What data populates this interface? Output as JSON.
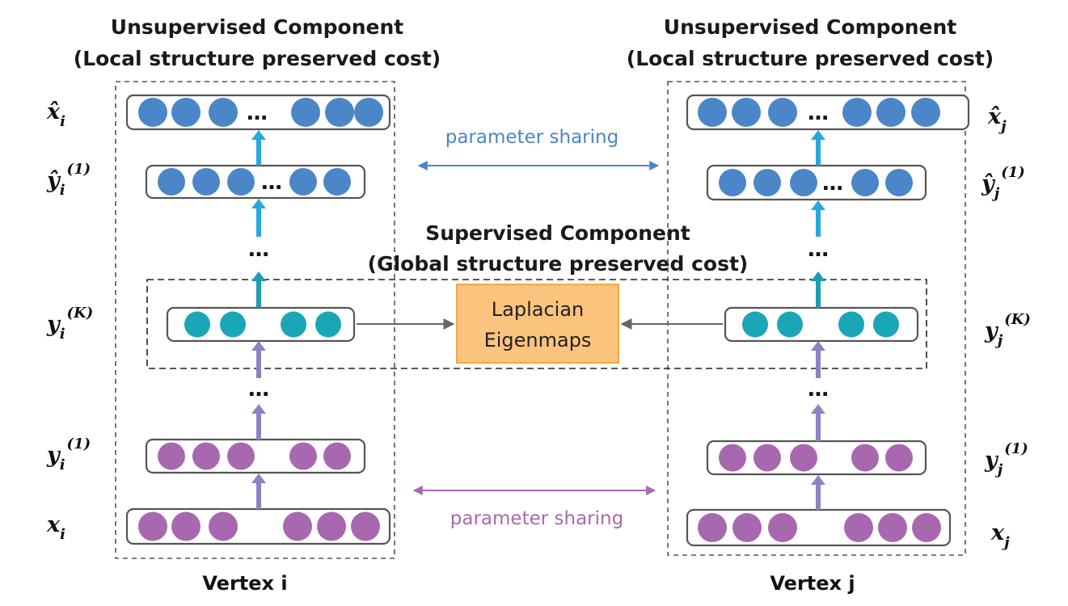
{
  "titles": {
    "unsup_left_line1": "Unsupervised Component",
    "unsup_left_line2": "(Local structure preserved cost)",
    "unsup_right_line1": "Unsupervised Component",
    "unsup_right_line2": "(Local structure preserved cost)",
    "sup_line1": "Supervised Component",
    "sup_line2": "(Global structure preserved cost)"
  },
  "sharing": {
    "top_label": "parameter sharing",
    "bottom_label": "parameter sharing"
  },
  "central": {
    "line1": "Laplacian",
    "line2": "Eigenmaps"
  },
  "vertices": {
    "left": "Vertex i",
    "right": "Vertex j"
  },
  "labels": {
    "left": {
      "x_hat": {
        "base": "x̂",
        "sub": "i",
        "sup": ""
      },
      "y_hat_1": {
        "base": "ŷ",
        "sub": "i",
        "sup": "(1)"
      },
      "y_K": {
        "base": "y",
        "sub": "i",
        "sup": "(K)"
      },
      "y_1": {
        "base": "y",
        "sub": "i",
        "sup": "(1)"
      },
      "x": {
        "base": "x",
        "sub": "i",
        "sup": ""
      }
    },
    "right": {
      "x_hat": {
        "base": "x̂",
        "sub": "j",
        "sup": ""
      },
      "y_hat_1": {
        "base": "ŷ",
        "sub": "j",
        "sup": "(1)"
      },
      "y_K": {
        "base": "y",
        "sub": "j",
        "sup": "(K)"
      },
      "y_1": {
        "base": "y",
        "sub": "j",
        "sup": "(1)"
      },
      "x": {
        "base": "x",
        "sub": "j",
        "sup": ""
      }
    }
  },
  "ellipsis": "…",
  "colors": {
    "blue_node": "#4a86c8",
    "teal_node": "#1aa6b7",
    "purple_node": "#a868b0",
    "arrow_blue": "#29a8df",
    "arrow_teal": "#1b9fb0",
    "arrow_purple": "#8886c2",
    "share_blue": "#4a86c8",
    "share_purple": "#a868b0",
    "laplacian_fill": "#fbc47e",
    "laplacian_stroke": "#f3a93f"
  }
}
